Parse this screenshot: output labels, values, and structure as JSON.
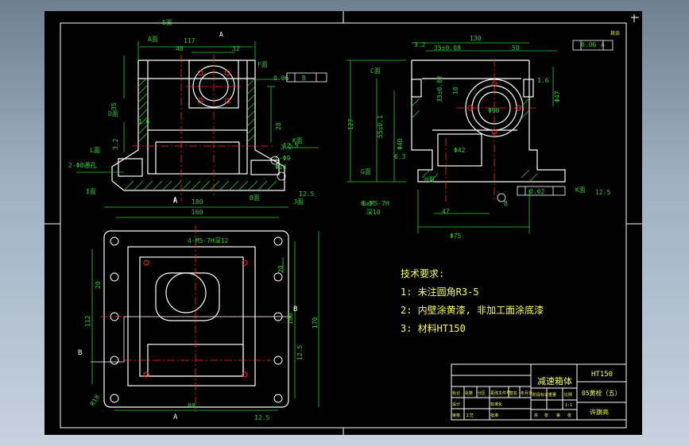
{
  "title_block": {
    "part_name": "减速箱体",
    "material": "HT150",
    "drawing_no": "05黄栓（五）",
    "designer": "许旗亮",
    "header_cells": [
      "标记",
      "处数",
      "分区",
      "更改文件号",
      "签名",
      "年月日"
    ],
    "stage_cells": [
      "阶段标记",
      "重量",
      "比例"
    ],
    "scale": "1:1",
    "sign_cells": [
      "设计",
      "标准化"
    ],
    "check_cells": [
      "审核",
      "工艺",
      "批准"
    ],
    "sheet_cells": [
      "共",
      "张",
      "第",
      "张"
    ]
  },
  "tech_requirements": {
    "title": "技术要求:",
    "items": [
      "1: 未注圆角R3-5",
      "2: 内壁涂黄漆, 非加工面涂底漆",
      "3: 材料HT150"
    ]
  },
  "front_view": {
    "dims": [
      "40",
      "32",
      "117",
      "35",
      "28",
      "1.6",
      "3.2",
      "0.06",
      "B",
      "3.2",
      "12.5",
      "6-Φ9",
      "Φ14",
      "12.5",
      "2-Φ8通孔"
    ],
    "surfaces": [
      "A面",
      "F面",
      "D面",
      "L面",
      "I面",
      "B面",
      "J面",
      "K面",
      "E面"
    ],
    "section_label": "A"
  },
  "side_view": {
    "dims": [
      "3.2",
      "130",
      "35±0.08",
      "50",
      "0.06",
      "A",
      "55±0.1",
      "127",
      "Φ90",
      "33±0.02",
      "10",
      "Φ40",
      "Φ42",
      "Φ47",
      "Φ75",
      "6.3",
      "1.6",
      "6.3",
      "12.5",
      "0.02",
      "B",
      "6xM5-7H",
      "深10",
      "47"
    ],
    "surfaces": [
      "C面",
      "G面",
      "H面",
      "K面"
    ]
  },
  "top_view": {
    "dims": [
      "180",
      "160",
      "4-M5-7H深12",
      "20",
      "20",
      "112",
      "180",
      "170",
      "98",
      "12.5",
      "12.5",
      "R18"
    ],
    "labels": [
      "A",
      "A",
      "B",
      "B"
    ]
  },
  "other_marks": [
    "其余"
  ]
}
